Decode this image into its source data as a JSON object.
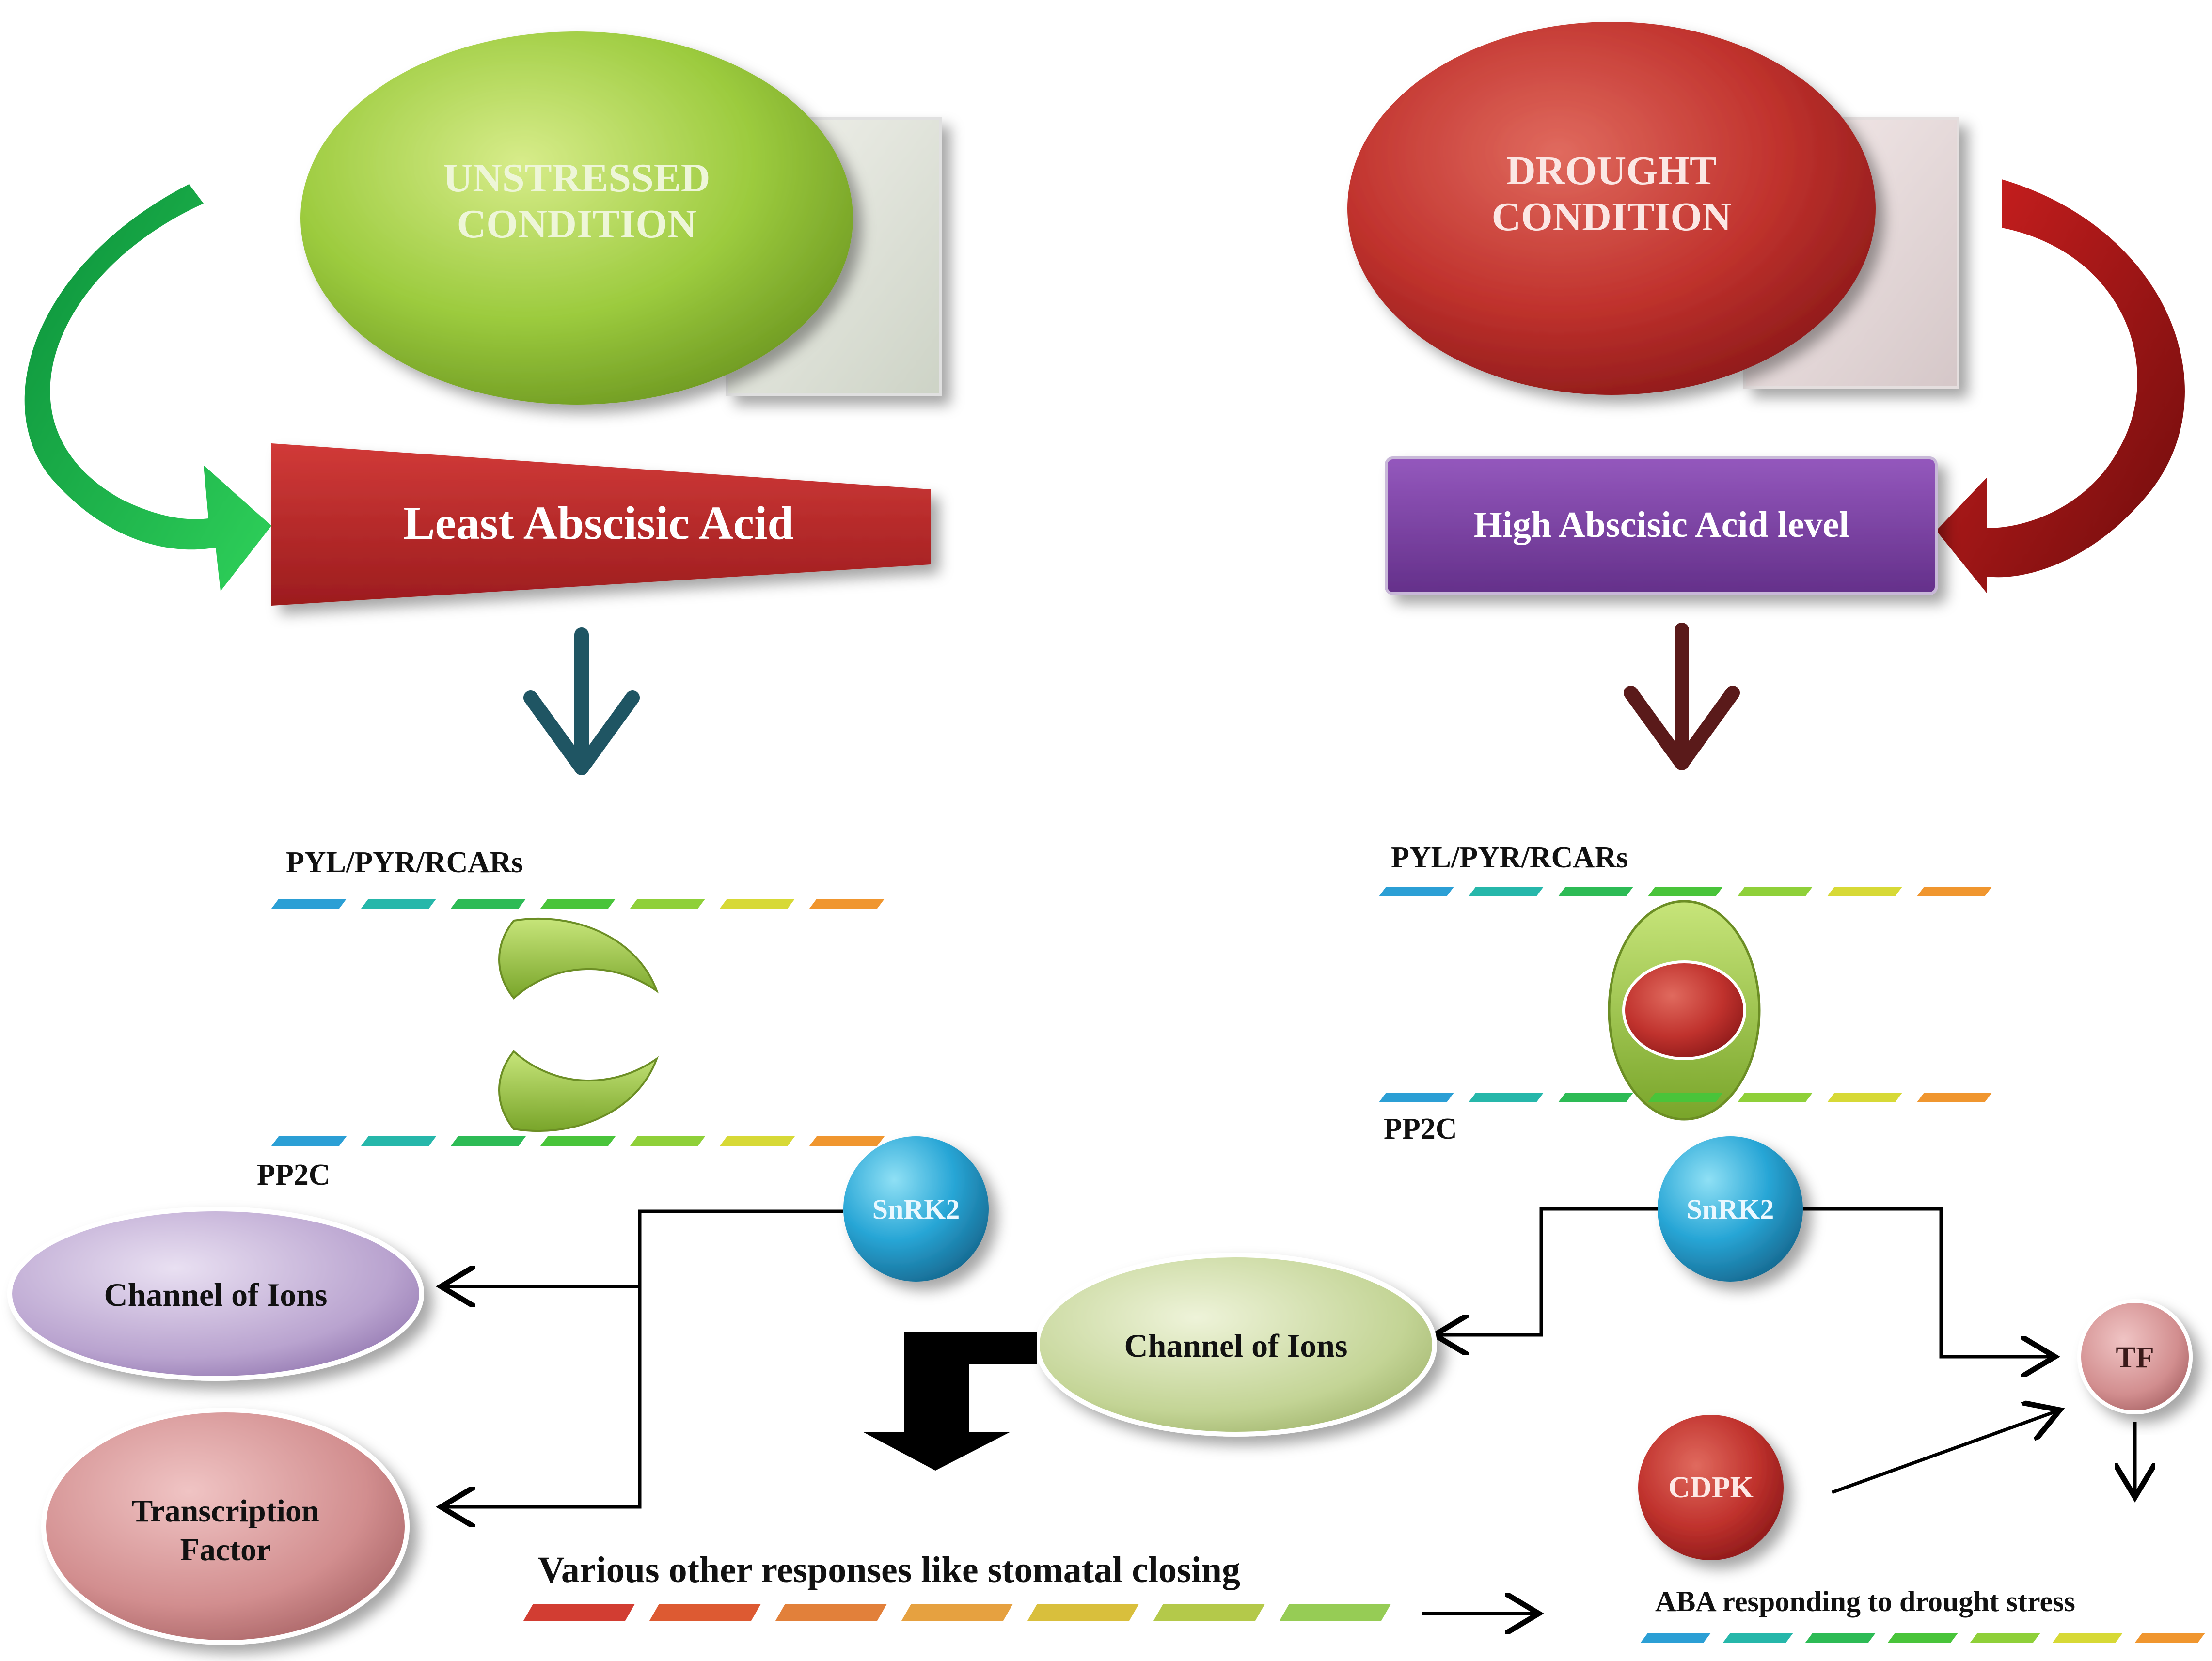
{
  "left": {
    "condition": [
      "UNSTRESSED",
      "CONDITION"
    ],
    "aba_label": "Least Abscisic Acid",
    "receptor_label": "PYL/PYR/RCARs",
    "pp2c_label": "PP2C",
    "snrk2_label": "SnRK2",
    "ion_channel_label": "Channel of Ions",
    "tf_label": [
      "Transcription",
      "Factor"
    ]
  },
  "right": {
    "condition": [
      "DROUGHT",
      "CONDITION"
    ],
    "aba_label": "High Abscisic Acid level",
    "receptor_label": "PYL/PYR/RCARs",
    "pp2c_label": "PP2C",
    "snrk2_label": "SnRK2",
    "ion_channel_label": "Channel of Ions",
    "tf_label": "TF",
    "cdpk_label": "CDPK",
    "response_label": "ABA responding to drought stress"
  },
  "bottom": {
    "responses_label": "Various other responses like stomatal closing"
  },
  "colors": {
    "green": "#8fc33a",
    "red": "#b8262a",
    "purple": "#7b3fa3",
    "teal_arrow": "#1f5563",
    "maroon_arrow": "#5a1a1a",
    "blue_node": "#1f93c8",
    "light_green_node": "#c5d79a",
    "lavender_node": "#b7a1cc",
    "pink_node": "#cf8a8c"
  }
}
